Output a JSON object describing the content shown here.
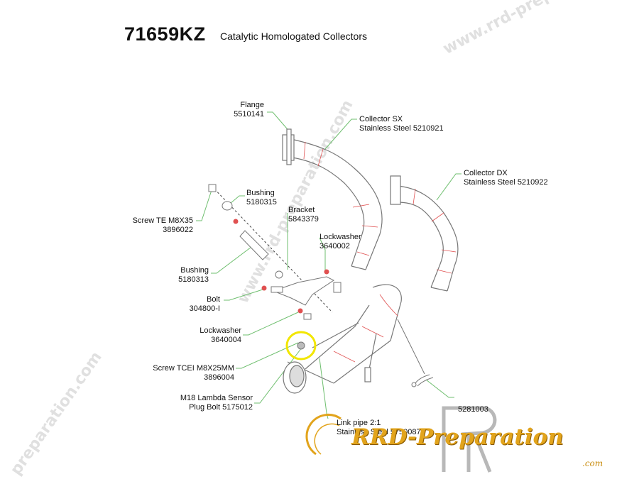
{
  "header": {
    "code": "71659KZ",
    "subtitle": "Catalytic Homologated Collectors"
  },
  "labels": {
    "flange": {
      "name": "Flange",
      "code": "5510141"
    },
    "collector_sx": {
      "name": "Collector SX",
      "code": "Stainless Steel 5210921"
    },
    "collector_dx": {
      "name": "Collector DX",
      "code": "Stainless Steel 5210922"
    },
    "screw_te": {
      "name": "Screw TE M8X35",
      "code": "3896022"
    },
    "bushing_top": {
      "name": "Bushing",
      "code": "5180315"
    },
    "bracket": {
      "name": "Bracket",
      "code": "5843379"
    },
    "lockwasher_top": {
      "name": "Lockwasher",
      "code": "3640002"
    },
    "bushing_mid": {
      "name": "Bushing",
      "code": "5180313"
    },
    "bolt": {
      "name": "Bolt",
      "code": "304800-I"
    },
    "lockwasher_mid": {
      "name": "Lockwasher",
      "code": "3640004"
    },
    "screw_tcei": {
      "name": "Screw TCEI M8X25MM",
      "code": "3896004"
    },
    "lambda_plug": {
      "name": "M18 Lambda Sensor",
      "code": "Plug Bolt 5175012"
    },
    "link_pipe": {
      "name": "Link pipe 2:1",
      "code": "Stainless Steel 5750087"
    },
    "spring": {
      "code": "5281003"
    }
  },
  "watermark": {
    "text_a": "www.rrd-preparation.com",
    "text_b": "preparation.com"
  },
  "brand": {
    "name": "RRD-Preparation",
    "suffix": ".com"
  },
  "colors": {
    "leader": "#6fbf6f",
    "pipe_detail": "#e05050",
    "highlight": "#f2e600",
    "brand": "#e2a41c"
  }
}
